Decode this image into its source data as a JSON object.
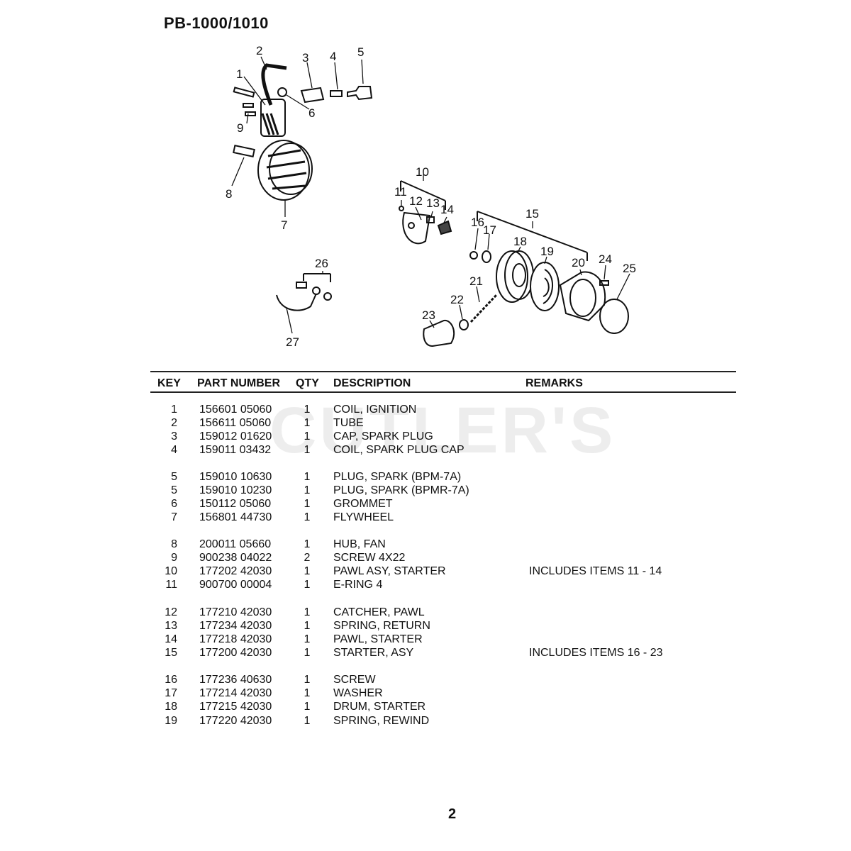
{
  "header": {
    "title": "PB-1000/1010"
  },
  "diagram": {
    "callouts": [
      "1",
      "2",
      "3",
      "4",
      "5",
      "6",
      "7",
      "8",
      "9",
      "10",
      "11",
      "12",
      "13",
      "14",
      "15",
      "16",
      "17",
      "18",
      "19",
      "20",
      "21",
      "22",
      "23",
      "24",
      "25",
      "26",
      "27"
    ]
  },
  "watermark": {
    "text": "CUTLER'S"
  },
  "table": {
    "columns": {
      "key": "KEY",
      "part_number": "PART NUMBER",
      "qty": "QTY",
      "description": "DESCRIPTION",
      "remarks": "REMARKS"
    },
    "rows": [
      {
        "key": "1",
        "part": "156601 05060",
        "qty": "1",
        "desc": "COIL, IGNITION",
        "remarks": ""
      },
      {
        "key": "2",
        "part": "156611 05060",
        "qty": "1",
        "desc": "TUBE",
        "remarks": ""
      },
      {
        "key": "3",
        "part": "159012 01620",
        "qty": "1",
        "desc": "CAP, SPARK PLUG",
        "remarks": ""
      },
      {
        "key": "4",
        "part": "159011 03432",
        "qty": "1",
        "desc": "COIL, SPARK PLUG CAP",
        "remarks": ""
      },
      {
        "key": "5",
        "part": "159010 10630",
        "qty": "1",
        "desc": "PLUG, SPARK (BPM-7A)",
        "remarks": ""
      },
      {
        "key": "5",
        "part": "159010 10230",
        "qty": "1",
        "desc": "PLUG, SPARK (BPMR-7A)",
        "remarks": ""
      },
      {
        "key": "6",
        "part": "150112 05060",
        "qty": "1",
        "desc": "GROMMET",
        "remarks": ""
      },
      {
        "key": "7",
        "part": "156801 44730",
        "qty": "1",
        "desc": "FLYWHEEL",
        "remarks": ""
      },
      {
        "key": "8",
        "part": "200011 05660",
        "qty": "1",
        "desc": "HUB, FAN",
        "remarks": ""
      },
      {
        "key": "9",
        "part": "900238 04022",
        "qty": "2",
        "desc": "SCREW  4X22",
        "remarks": ""
      },
      {
        "key": "10",
        "part": "177202 42030",
        "qty": "1",
        "desc": "PAWL ASY, STARTER",
        "remarks": "INCLUDES ITEMS 11 - 14"
      },
      {
        "key": "11",
        "part": "900700 00004",
        "qty": "1",
        "desc": "E-RING  4",
        "remarks": ""
      },
      {
        "key": "12",
        "part": "177210 42030",
        "qty": "1",
        "desc": "CATCHER, PAWL",
        "remarks": ""
      },
      {
        "key": "13",
        "part": "177234 42030",
        "qty": "1",
        "desc": "SPRING, RETURN",
        "remarks": ""
      },
      {
        "key": "14",
        "part": "177218 42030",
        "qty": "1",
        "desc": "PAWL, STARTER",
        "remarks": ""
      },
      {
        "key": "15",
        "part": "177200 42030",
        "qty": "1",
        "desc": "STARTER, ASY",
        "remarks": "INCLUDES ITEMS 16 - 23"
      },
      {
        "key": "16",
        "part": "177236 40630",
        "qty": "1",
        "desc": "SCREW",
        "remarks": ""
      },
      {
        "key": "17",
        "part": "177214 42030",
        "qty": "1",
        "desc": "WASHER",
        "remarks": ""
      },
      {
        "key": "18",
        "part": "177215 42030",
        "qty": "1",
        "desc": "DRUM, STARTER",
        "remarks": ""
      },
      {
        "key": "19",
        "part": "177220 42030",
        "qty": "1",
        "desc": "SPRING, REWIND",
        "remarks": ""
      }
    ]
  },
  "footer": {
    "page_number": "2"
  }
}
